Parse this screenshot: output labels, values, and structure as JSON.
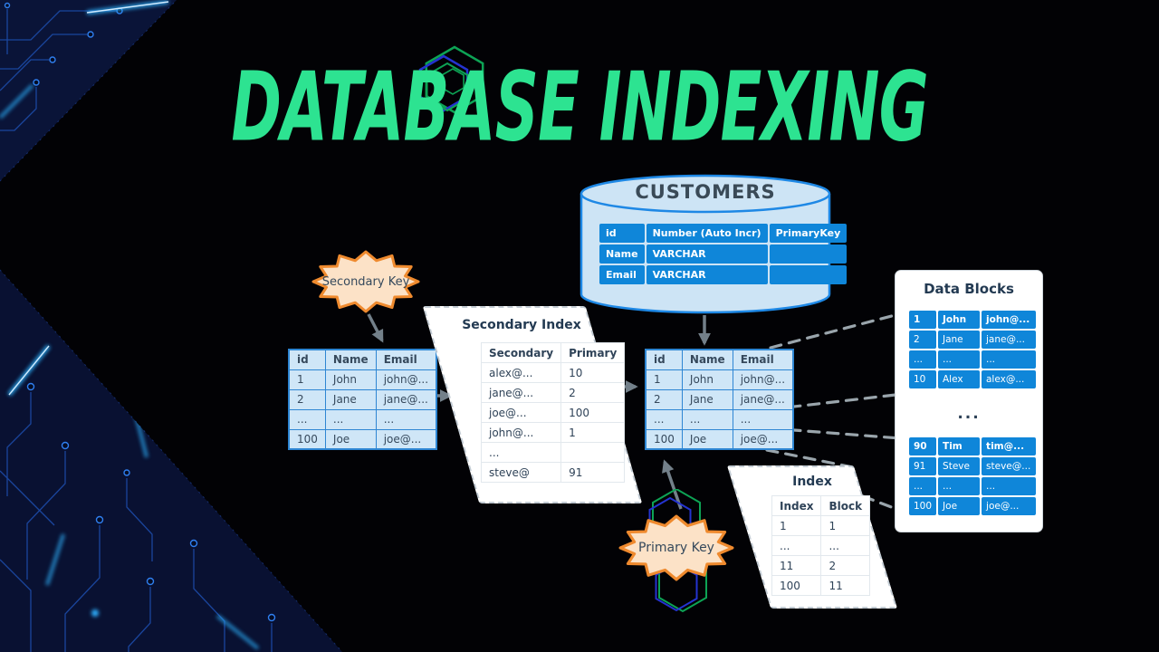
{
  "title": {
    "text": "DATABASE INDEXING"
  },
  "badges": {
    "secondary_key": "Secondary Key",
    "primary_key": "Primary Key"
  },
  "customers_db": {
    "label": "CUSTOMERS",
    "schema_table": {
      "rows": [
        [
          "id",
          "Number (Auto Incr)",
          "PrimaryKey"
        ],
        [
          "Name",
          "VARCHAR",
          ""
        ],
        [
          "Email",
          "VARCHAR",
          ""
        ]
      ]
    }
  },
  "left_table": {
    "headers": [
      "id",
      "Name",
      "Email"
    ],
    "rows": [
      [
        "1",
        "John",
        "john@..."
      ],
      [
        "2",
        "Jane",
        "jane@..."
      ],
      [
        "...",
        "...",
        "..."
      ],
      [
        "100",
        "Joe",
        "joe@..."
      ]
    ]
  },
  "main_table": {
    "headers": [
      "id",
      "Name",
      "Email"
    ],
    "rows": [
      [
        "1",
        "John",
        "john@..."
      ],
      [
        "2",
        "Jane",
        "jane@..."
      ],
      [
        "...",
        "...",
        "..."
      ],
      [
        "100",
        "Joe",
        "joe@..."
      ]
    ]
  },
  "secondary_index": {
    "title": "Secondary Index",
    "table": {
      "headers": [
        "Secondary",
        "Primary"
      ],
      "rows": [
        [
          "alex@...",
          "10"
        ],
        [
          "jane@...",
          "2"
        ],
        [
          "joe@...",
          "100"
        ],
        [
          "john@...",
          "1"
        ],
        [
          "...",
          ""
        ],
        [
          "steve@",
          "91"
        ]
      ]
    }
  },
  "index_panel": {
    "title": "Index",
    "table": {
      "headers": [
        "Index",
        "Block"
      ],
      "rows": [
        [
          "1",
          "1"
        ],
        [
          "...",
          "..."
        ],
        [
          "11",
          "2"
        ],
        [
          "100",
          "11"
        ]
      ]
    }
  },
  "data_blocks": {
    "title": "Data Blocks",
    "ellipsis": "...",
    "block1": {
      "rows": [
        [
          "1",
          "John",
          "john@..."
        ],
        [
          "2",
          "Jane",
          "jane@..."
        ],
        [
          "...",
          "...",
          "..."
        ],
        [
          "10",
          "Alex",
          "alex@..."
        ]
      ]
    },
    "block2": {
      "rows": [
        [
          "90",
          "Tim",
          "tim@..."
        ],
        [
          "91",
          "Steve",
          "steve@..."
        ],
        [
          "...",
          "...",
          "..."
        ],
        [
          "100",
          "Joe",
          "joe@..."
        ]
      ]
    }
  },
  "colors": {
    "title_green": "#2DE391",
    "cell_blue": "#0F86D9",
    "light_cell_blue": "#CFE6F7",
    "table_border_blue": "#2E86D3",
    "cylinder_fill": "#CDE4F5",
    "cylinder_stroke": "#1E88E5",
    "badge_peach": "#FCE2C7",
    "badge_orange": "#EF8A2E",
    "arrow_gray": "#73808A",
    "navy_text": "#31455A",
    "circuit_navy": "#0A1438",
    "hex_green": "#0DA355",
    "hex_blue": "#2433D0"
  }
}
